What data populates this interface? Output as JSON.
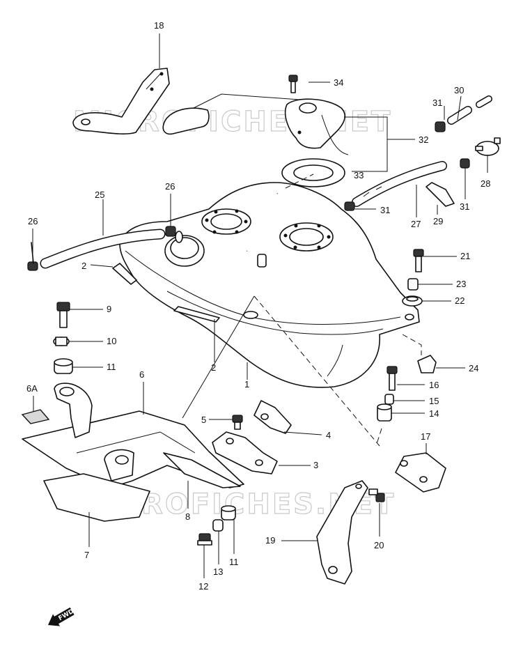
{
  "watermarks": [
    "MICROFICHES.NET",
    "MICROFICHES.NET"
  ],
  "fwd_label": "FWD",
  "callouts": {
    "c1": "1",
    "c2a": "2",
    "c2b": "2",
    "c3": "3",
    "c4": "4",
    "c5": "5",
    "c6": "6",
    "c6a": "6A",
    "c7": "7",
    "c8": "8",
    "c9": "9",
    "c10": "10",
    "c11a": "11",
    "c11b": "11",
    "c12": "12",
    "c13": "13",
    "c14": "14",
    "c15": "15",
    "c16": "16",
    "c17": "17",
    "c18": "18",
    "c19": "19",
    "c20": "20",
    "c21": "21",
    "c22": "22",
    "c23": "23",
    "c24": "24",
    "c25": "25",
    "c26a": "26",
    "c26b": "26",
    "c27": "27",
    "c28": "28",
    "c29": "29",
    "c30": "30",
    "c31a": "31",
    "c31b": "31",
    "c31c": "31",
    "c32": "32",
    "c33": "33",
    "c34": "34"
  }
}
